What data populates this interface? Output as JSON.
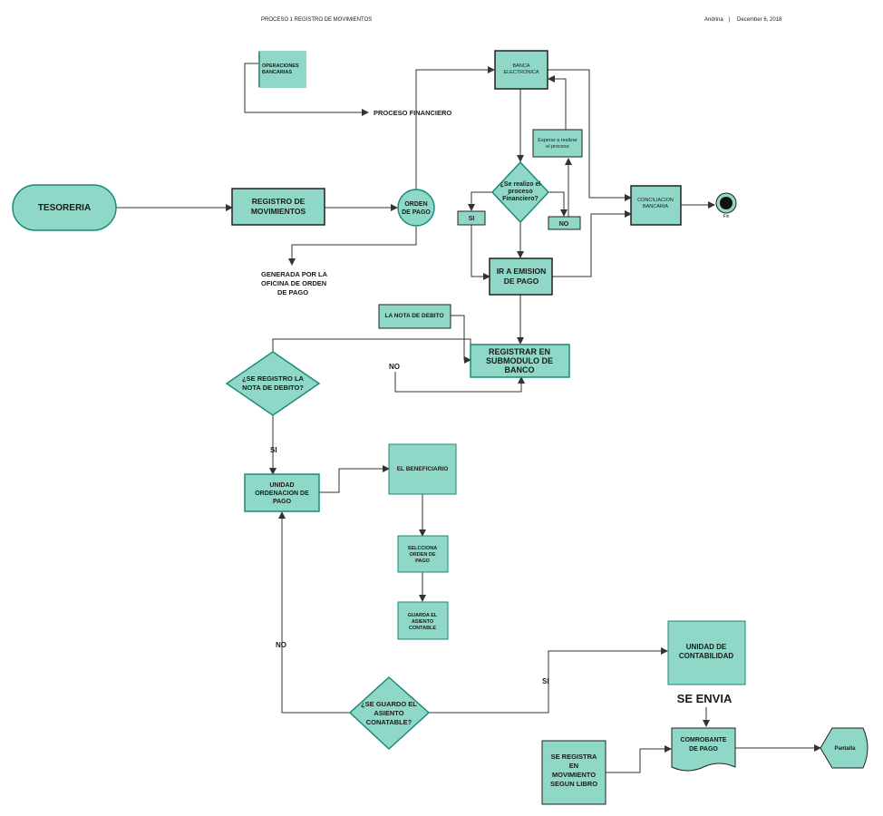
{
  "header": {
    "title": "PROCESO 1 REGISTRO DE MOVIMIENTOS",
    "author": "Andrina",
    "separator": "|",
    "date": "December 6, 2018"
  },
  "colors": {
    "fill": "#8fd8c8",
    "stroke": "#222222",
    "diamond_stroke": "#1a8a7a",
    "line": "#333333"
  },
  "nodes": {
    "tesoreria": "TESORERIA",
    "registro": [
      "REGISTRO DE",
      "MOVIMIENTOS"
    ],
    "orden_pago": [
      "ORDEN",
      "DE PAGO"
    ],
    "operaciones": [
      "OPERACIONES",
      "BANCARIAS"
    ],
    "proceso_financiero": "PROCESO FINANCIERO",
    "banca": [
      "BANCA",
      "ELECTRONICA"
    ],
    "esperar": [
      "Esperar a realizar",
      "el proceso"
    ],
    "se_realizo": [
      "¿Se realizo el",
      "proceso",
      "Financiero?"
    ],
    "si1": "SI",
    "no1": "NO",
    "conciliacion": [
      "CONCILIACION",
      "BANCARIA"
    ],
    "fin": "Fin",
    "generada": [
      "GENERADA POR LA",
      "OFICINA DE ORDEN",
      "DE PAGO"
    ],
    "ir_emision": [
      "IR A EMISION",
      "DE PAGO"
    ],
    "nota_debito": "LA NOTA DE  DEBITO",
    "registrar_banco": [
      "REGISTRAR EN",
      "SUBMODULO DE",
      "BANCO"
    ],
    "se_registro": [
      "¿SE REGISTRO LA",
      "NOTA DE DEBITO?"
    ],
    "no2": "NO",
    "si2": "SI",
    "unidad_ordenacion": [
      "UNIDAD",
      "ORDENACION DE",
      "PAGO"
    ],
    "beneficiario": "EL BENEFICIARIO",
    "selcciona": [
      "SELCCIONA",
      "ORDEN DE",
      "PAGO"
    ],
    "guarda": [
      "GUARDA EL",
      "ASIENTO",
      "CONTABLE"
    ],
    "no3": "NO",
    "se_guardo": [
      "¿SE GUARDO EL",
      "ASIENTO",
      "CONATABLE?"
    ],
    "si3": "SI",
    "unidad_contabilidad": [
      "UNIDAD DE",
      "CONTABILIDAD"
    ],
    "se_envia": "SE ENVIA",
    "comprobante": [
      "COMROBANTE",
      "DE PAGO"
    ],
    "pantalla": "Pantalla",
    "se_registra": [
      "SE REGISTRA",
      "EN",
      "MOVIMIENTO",
      "SEGUN LIBRO"
    ]
  }
}
